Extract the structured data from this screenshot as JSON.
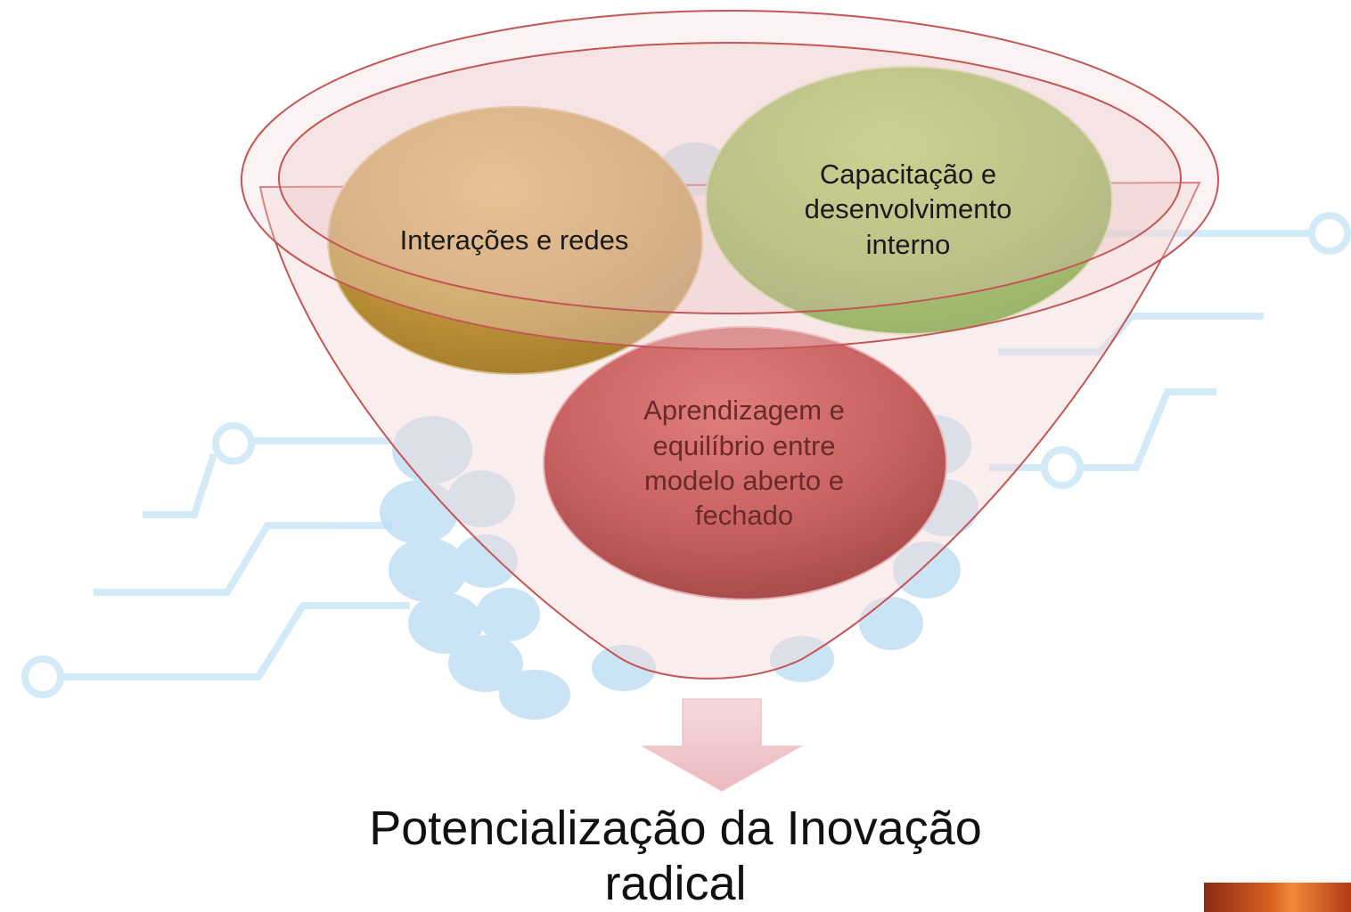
{
  "diagram": {
    "bubbles": [
      {
        "id": "interacoes",
        "label": "Interações e redes",
        "color": "#c79a3a"
      },
      {
        "id": "capacitacao",
        "label": "Capacitação e\ndesenvolvimento\ninterno",
        "color": "#8cbf3f"
      },
      {
        "id": "aprendizagem",
        "label": "Aprendizagem e\nequilíbrio entre\nmodelo aberto e\nfechado",
        "color": "#c96363"
      }
    ],
    "funnel_color": "#e8c2c2",
    "arrow_color": "#f2cfd2",
    "result": "Potencialização da Inovação\nradical"
  },
  "background": {
    "circuit_color": "#cfe8f7",
    "dots_color": "#b9dcf3"
  }
}
